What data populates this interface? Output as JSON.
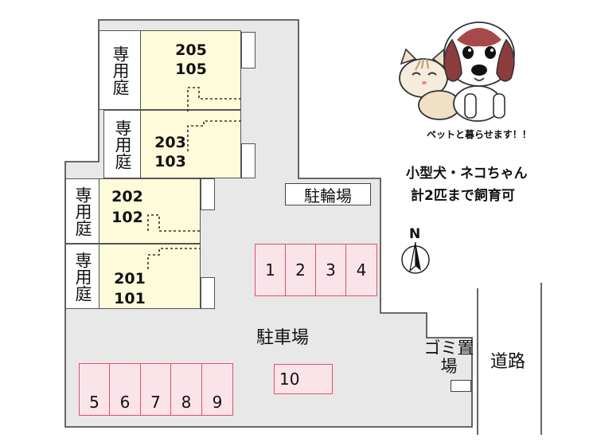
{
  "units": [
    {
      "garden": "専用庭",
      "numbers": [
        "205",
        "105"
      ]
    },
    {
      "garden": "専用庭",
      "numbers": [
        "203",
        "103"
      ]
    },
    {
      "garden": "専用庭",
      "numbers": [
        "202",
        "102"
      ]
    },
    {
      "garden": "専用庭",
      "numbers": [
        "201",
        "101"
      ]
    }
  ],
  "bicycle_parking": "駐輪場",
  "parking_label": "駐車場",
  "parking_stalls": [
    "1",
    "2",
    "3",
    "4",
    "5",
    "6",
    "7",
    "8",
    "9",
    "10"
  ],
  "garbage": "ゴミ置場",
  "road": "道路",
  "north": "N",
  "pet": {
    "caption": "ペットと暮らせます！！",
    "line1": "小型犬・ネコちゃん",
    "line2": "計2匹まで飼育可"
  },
  "colors": {
    "unit_fill": "#fdfbd9",
    "stall_fill": "#fbe3ea",
    "stall_border": "#e0506a",
    "lot_fill": "#e8e8e8"
  }
}
